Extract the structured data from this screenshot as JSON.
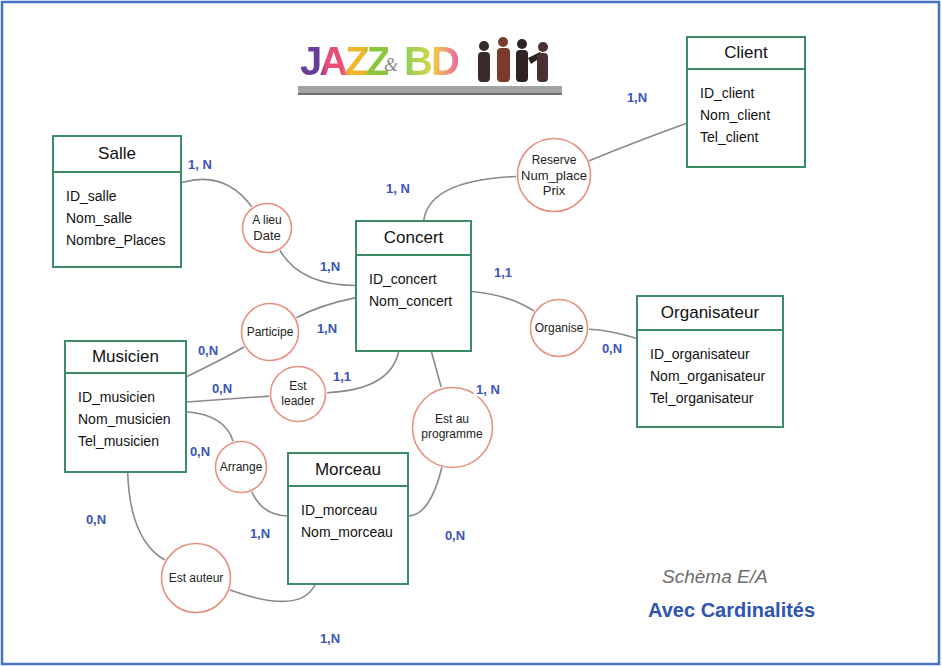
{
  "diagram": {
    "nodes": [
      {
        "text": [
          "Client",
          "ID_client",
          "Nom_client",
          "Tel_client"
        ]
      },
      {
        "text": [
          "Salle",
          "ID_salle",
          "Nom_salle",
          "Nombre_Places"
        ]
      },
      {
        "text": [
          "Reserve",
          "Num_place",
          "Prix"
        ]
      },
      {
        "text": [
          "A lieu",
          "Date"
        ]
      },
      {
        "text": [
          "Concert",
          "ID_concert",
          "Nom_concert"
        ]
      },
      {
        "text": [
          "Organisateur",
          "ID_organisateur",
          "Nom_organisateur",
          "Tel_organisateur"
        ]
      },
      {
        "text": [
          "Participe"
        ]
      },
      {
        "text": [
          "Organise"
        ]
      },
      {
        "text": [
          "Musicien",
          "ID_musicien",
          "Nom_musicien",
          "Tel_musicien"
        ]
      },
      {
        "text": [
          "Est leader"
        ]
      },
      {
        "text": [
          "Est au programme"
        ]
      },
      {
        "text": [
          "Morceau",
          "ID_morceau",
          "Nom_morceau"
        ]
      },
      {
        "text": [
          "Arrange"
        ]
      },
      {
        "text": [
          "Est auteur"
        ]
      }
    ],
    "edges": [
      {
        "from": 0,
        "to": 2,
        "arrow": "none",
        "label": "1,N"
      },
      {
        "from": 2,
        "to": 4,
        "arrow": "none",
        "label": "1, N"
      },
      {
        "from": 1,
        "to": 3,
        "arrow": "none",
        "label": "1, N"
      },
      {
        "from": 3,
        "to": 4,
        "arrow": "none",
        "label": "1,N"
      },
      {
        "from": 4,
        "to": 7,
        "arrow": "none",
        "label": "1,1"
      },
      {
        "from": 7,
        "to": 5,
        "arrow": "none",
        "label": "0,N"
      },
      {
        "from": 8,
        "to": 6,
        "arrow": "none",
        "label": "0,N"
      },
      {
        "from": 6,
        "to": 4,
        "arrow": "none",
        "label": "1,N"
      },
      {
        "from": 8,
        "to": 9,
        "arrow": "none",
        "label": "0,N"
      },
      {
        "from": 9,
        "to": 4,
        "arrow": "none",
        "label": "1,1"
      },
      {
        "from": 4,
        "to": 10,
        "arrow": "none",
        "label": "1, N"
      },
      {
        "from": 10,
        "to": 11,
        "arrow": "none",
        "label": "0,N"
      },
      {
        "from": 8,
        "to": 12,
        "arrow": "none",
        "label": "0,N"
      },
      {
        "from": 12,
        "to": 11,
        "arrow": "none",
        "label": "1,N"
      },
      {
        "from": 8,
        "to": 13,
        "arrow": "none",
        "label": "0,N"
      },
      {
        "from": 13,
        "to": 11,
        "arrow": "none",
        "label": "1,N"
      }
    ],
    "labels": [
      "JAZZ",
      "&",
      "BD",
      "Schèma E/A",
      "Avec Cardinalités"
    ]
  }
}
